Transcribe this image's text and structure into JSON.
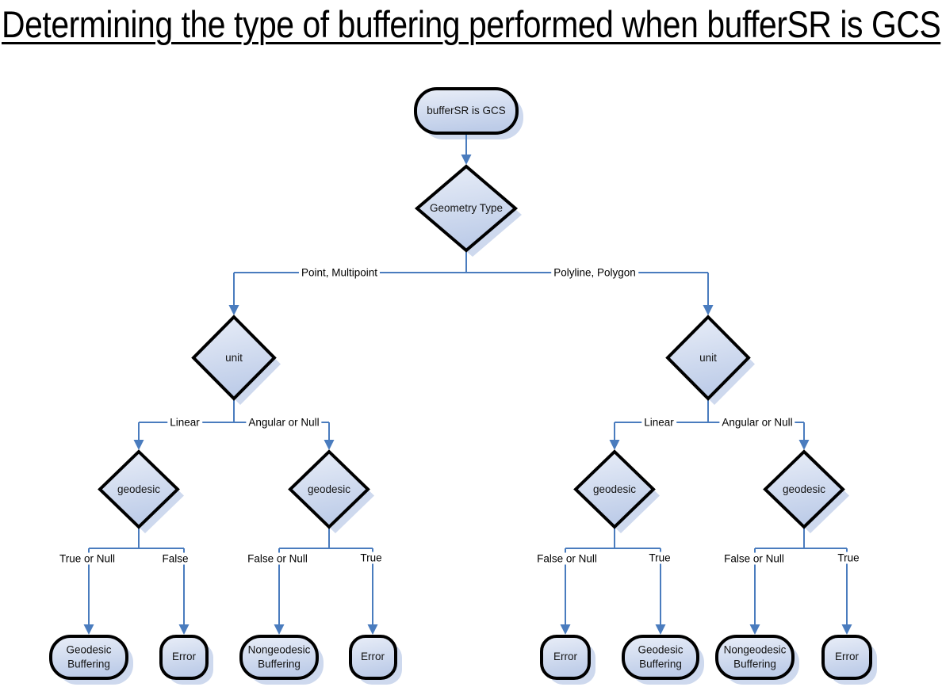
{
  "title": "Determining the type of buffering performed when bufferSR is GCS",
  "colors": {
    "connector": "#4a7cbe",
    "shape_border": "#000000",
    "shape_fill_light": "#e9eef8",
    "shape_fill_dark": "#bdcce8",
    "shadow": "#ced9ee",
    "text": "#141414"
  },
  "nodes": {
    "start": "bufferSR is GCS",
    "geometry_type": "Geometry Type",
    "unit_left": "unit",
    "unit_right": "unit",
    "geodesic_left_linear": "geodesic",
    "geodesic_left_angular": "geodesic",
    "geodesic_right_linear": "geodesic",
    "geodesic_right_angular": "geodesic",
    "result_1": "Geodesic Buffering",
    "result_2": "Error",
    "result_3": "Nongeodesic Buffering",
    "result_4": "Error",
    "result_5": "Error",
    "result_6": "Geodesic Buffering",
    "result_7": "Nongeodesic Buffering",
    "result_8": "Error"
  },
  "edge_labels": {
    "geometry_left": "Point, Multipoint",
    "geometry_right": "Polyline, Polygon",
    "unit_left_linear": "Linear",
    "unit_left_angular": "Angular or Null",
    "unit_right_linear": "Linear",
    "unit_right_angular": "Angular or Null",
    "geo_ll_true": "True or Null",
    "geo_ll_false": "False",
    "geo_la_false": "False or Null",
    "geo_la_true": "True",
    "geo_rl_false": "False or Null",
    "geo_rl_true": "True",
    "geo_ra_false": "False or Null",
    "geo_ra_true": "True"
  }
}
